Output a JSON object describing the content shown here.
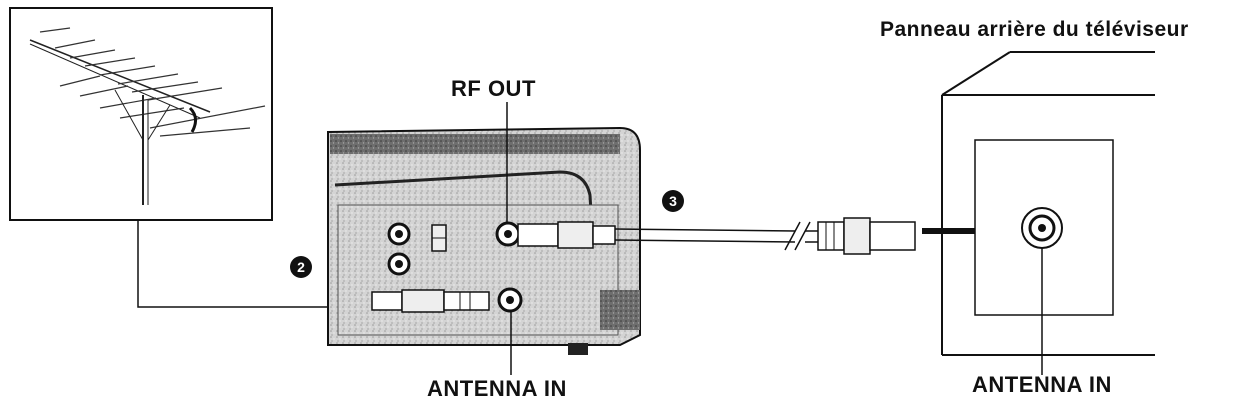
{
  "labels": {
    "tv_rear_panel": "Panneau arrière du téléviseur",
    "rf_out": "RF OUT",
    "vcr_antenna_in": "ANTENNA IN",
    "tv_antenna_in": "ANTENNA IN"
  },
  "steps": {
    "step_2": "2",
    "step_3": "3"
  }
}
